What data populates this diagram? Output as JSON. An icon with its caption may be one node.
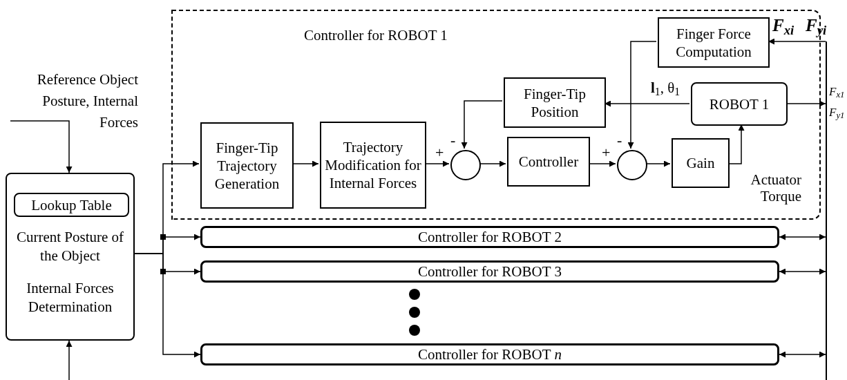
{
  "diagram": {
    "nodes": [
      {
        "text": [
          "Controller for ROBOT 1"
        ]
      },
      {
        "text": [
          "Current Posture of the Object",
          "Internal Forces Determination"
        ]
      },
      {
        "text": [
          "Lookup Table"
        ],
        "in": 1
      },
      {
        "text": [
          "Finger-Tip Trajectory Generation"
        ],
        "in": 0
      },
      {
        "text": [
          "Trajectory Modification for Internal Forces"
        ],
        "in": 0
      },
      {
        "text": [],
        "shape": "circle",
        "in": 0
      },
      {
        "text": [
          "Controller"
        ],
        "in": 0
      },
      {
        "text": [],
        "shape": "circle",
        "in": 0
      },
      {
        "text": [
          "Gain"
        ],
        "in": 0
      },
      {
        "text": [
          "ROBOT 1"
        ],
        "in": 0
      },
      {
        "text": [
          "Finger-Tip Position"
        ],
        "in": 0
      },
      {
        "text": [
          "Finger Force Computation"
        ],
        "in": 0
      },
      {
        "text": [
          "Controller for ROBOT 2"
        ]
      },
      {
        "text": [
          "Controller for ROBOT 3"
        ]
      },
      {
        "text": [
          "Controller for ROBOT *n*"
        ]
      },
      {
        "text": [],
        "shape": "bar"
      }
    ],
    "edges": [
      {
        "from": null,
        "to": 1,
        "arrow": "to"
      },
      {
        "from": null,
        "to": 1,
        "arrow": "to"
      },
      {
        "from": 1,
        "to": 3,
        "arrow": "to"
      },
      {
        "from": 1,
        "to": 12,
        "arrow": "to"
      },
      {
        "from": 1,
        "to": 13,
        "arrow": "to"
      },
      {
        "from": 1,
        "to": 14,
        "arrow": "to"
      },
      {
        "from": 3,
        "to": 4,
        "arrow": "to"
      },
      {
        "from": 4,
        "to": 5,
        "arrow": "to"
      },
      {
        "from": 10,
        "to": 5,
        "arrow": "to"
      },
      {
        "from": 5,
        "to": 6,
        "arrow": "to"
      },
      {
        "from": 6,
        "to": 7,
        "arrow": "to"
      },
      {
        "from": 11,
        "to": 7,
        "arrow": "to"
      },
      {
        "from": 7,
        "to": 8,
        "arrow": "to"
      },
      {
        "from": 8,
        "to": 9,
        "arrow": "to"
      },
      {
        "from": 9,
        "to": 10,
        "arrow": "to",
        "label": "**l**$_{1}$, θ$_{1}$"
      },
      {
        "from": 9,
        "to": 15,
        "arrow": "to"
      },
      {
        "from": 15,
        "to": 11,
        "arrow": "to"
      },
      {
        "from": 12,
        "to": 15,
        "arrow": "both"
      },
      {
        "from": 13,
        "to": 15,
        "arrow": "both"
      },
      {
        "from": 14,
        "to": 15,
        "arrow": "both"
      }
    ],
    "labels": [
      "Reference Object Posture, Internal Forces",
      "+",
      "-",
      "+",
      "-",
      "Actuator Torque",
      "F$_{xi}$",
      "F$_{yi}$",
      "F$_{x1}$",
      "F$_{y1}$"
    ]
  }
}
